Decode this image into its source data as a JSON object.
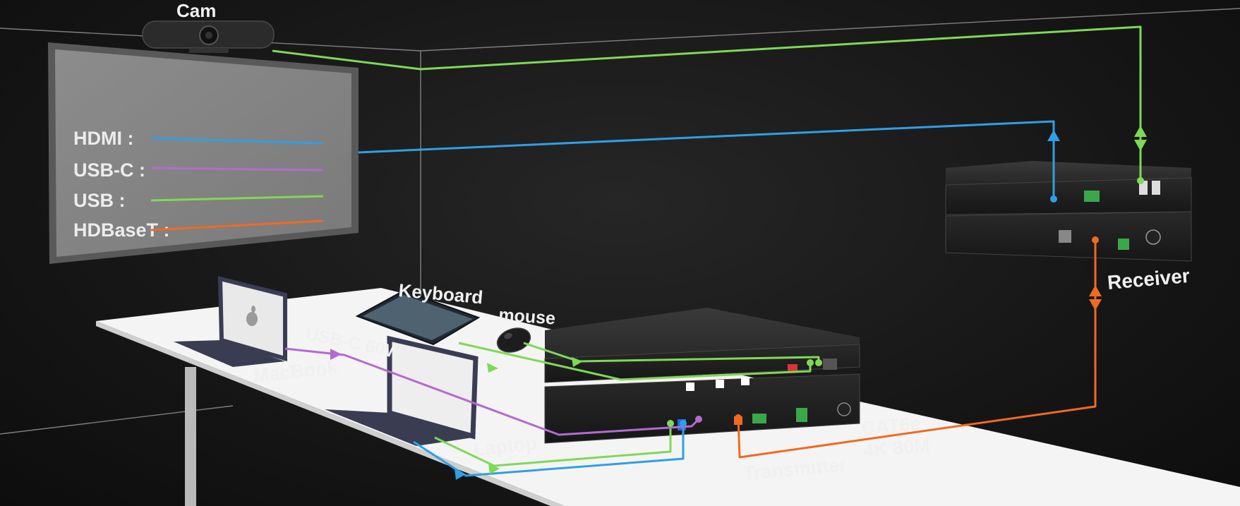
{
  "legend": [
    {
      "label": "HDMI :",
      "color": "#2f9fe6"
    },
    {
      "label": "USB-C :",
      "color": "#b46ad0"
    },
    {
      "label": "USB :",
      "color": "#7ed957"
    },
    {
      "label": "HDBaseT :",
      "color": "#f06a1f"
    }
  ],
  "labels": {
    "cam": "Cam",
    "keyboard": "Keyboard",
    "mouse": "mouse",
    "usbc": "USB-C 60W",
    "macbook": "MacBook",
    "laptop": "Laptop",
    "transmitter": "Transmitter",
    "cat6e_line1": "CAT6e",
    "cat6e_line2": "4K 80M",
    "receiver": "Receiver"
  },
  "colors": {
    "hdmi": "#2f9fe6",
    "usbc": "#b46ad0",
    "usb": "#7ed957",
    "hdbaset": "#f06a1f",
    "device": "#2b2b2b",
    "table": "#f4f4f4"
  },
  "icons": {
    "macbook_logo": "apple-logo-icon"
  }
}
